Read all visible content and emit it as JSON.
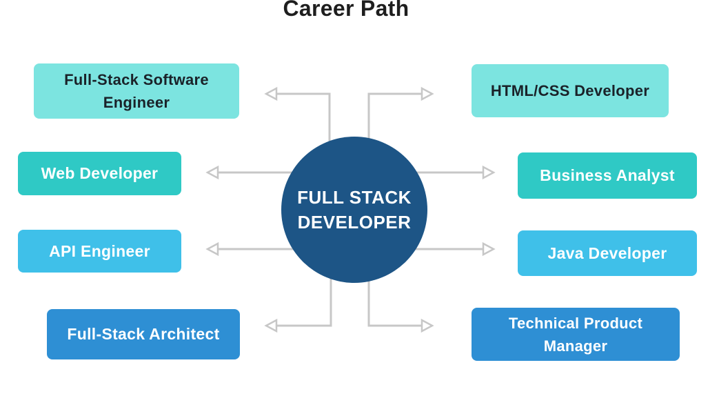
{
  "title": "Career Path",
  "center_node": {
    "label": "FULL STACK DEVELOPER"
  },
  "colors": {
    "turquoise": "#7ce4e0",
    "teal": "#2fc9c5",
    "sky_blue": "#3fc0e9",
    "blue": "#2e8fd4",
    "circle_navy": "#1d5586",
    "arrow_gray": "#c7c7c7",
    "title_text": "#1e1e1e",
    "dark_label_text": "#1a2229",
    "light_label_text": "#ffffff"
  },
  "nodes": [
    {
      "id": "full-stack-software-engineer",
      "label": "Full-Stack Software Engineer",
      "bg": "#7ce4e0",
      "fg": "#1a2229"
    },
    {
      "id": "web-developer",
      "label": "Web Developer",
      "bg": "#2fc9c5",
      "fg": "#ffffff"
    },
    {
      "id": "api-engineer",
      "label": "API Engineer",
      "bg": "#3fc0e9",
      "fg": "#ffffff"
    },
    {
      "id": "full-stack-architect",
      "label": "Full-Stack Architect",
      "bg": "#2e8fd4",
      "fg": "#ffffff"
    },
    {
      "id": "html-css-developer",
      "label": "HTML/CSS Developer",
      "bg": "#7ce4e0",
      "fg": "#1a2229"
    },
    {
      "id": "business-analyst",
      "label": "Business Analyst",
      "bg": "#2fc9c5",
      "fg": "#ffffff"
    },
    {
      "id": "java-developer",
      "label": "Java Developer",
      "bg": "#3fc0e9",
      "fg": "#ffffff"
    },
    {
      "id": "technical-product-manager",
      "label": "Technical Product Manager",
      "bg": "#2e8fd4",
      "fg": "#ffffff"
    }
  ]
}
